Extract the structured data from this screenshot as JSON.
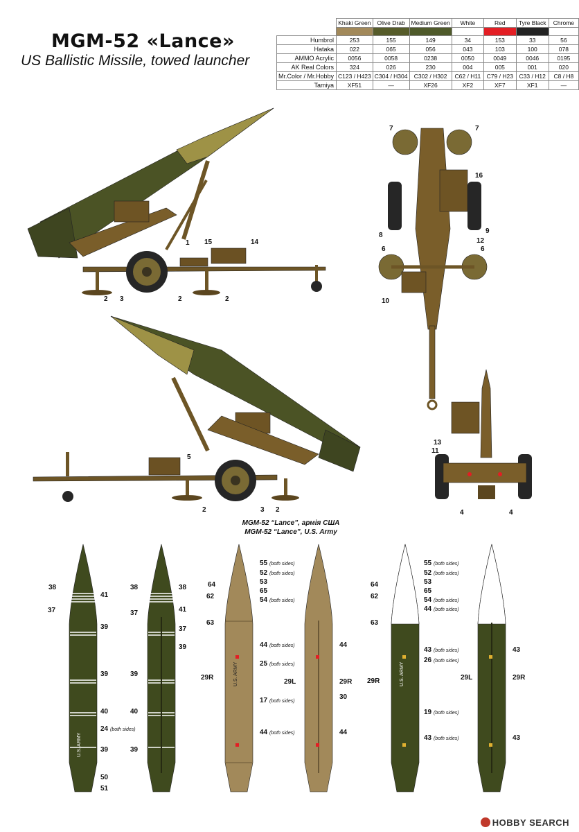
{
  "header": {
    "title": "MGM-52 «Lance»",
    "subtitle": "US Ballistic Missile, towed launcher"
  },
  "paint_table": {
    "colors": [
      {
        "name": "Khaki Green",
        "hex": "#a2895a"
      },
      {
        "name": "Olive Drab",
        "hex": "#565c2a"
      },
      {
        "name": "Medium Green",
        "hex": "#4f5a2a"
      },
      {
        "name": "White",
        "hex": "#ffffff"
      },
      {
        "name": "Red",
        "hex": "#e31e24"
      },
      {
        "name": "Tyre Black",
        "hex": "#232323"
      },
      {
        "name": "Chrome",
        "hex": "#ffffff"
      }
    ],
    "rows": [
      {
        "brand": "Humbrol",
        "values": [
          "253",
          "155",
          "149",
          "34",
          "153",
          "33",
          "56"
        ]
      },
      {
        "brand": "Hataka",
        "values": [
          "022",
          "065",
          "056",
          "043",
          "103",
          "100",
          "078"
        ]
      },
      {
        "brand": "AMMO Acrylic",
        "values": [
          "0056",
          "0058",
          "0238",
          "0050",
          "0049",
          "0046",
          "0195"
        ]
      },
      {
        "brand": "AK Real Colors",
        "values": [
          "324",
          "026",
          "230",
          "004",
          "005",
          "001",
          "020"
        ]
      },
      {
        "brand": "Mr.Color / Mr.Hobby",
        "values": [
          "C123 / H423",
          "C304 / H304",
          "C302 / H302",
          "C62 / H11",
          "C79 / H23",
          "C33 / H12",
          "C8 / H8"
        ]
      },
      {
        "brand": "Tamiya",
        "values": [
          "XF51",
          "—",
          "XF26",
          "XF2",
          "XF7",
          "XF1",
          "—"
        ]
      }
    ]
  },
  "captions": {
    "line1": "MGM-52 “Lance”, армія США",
    "line2": "MGM-52 “Lance”, U.S. Army"
  },
  "both_sides": "(both sides)",
  "stencil": {
    "us_army": "U.S. ARMY"
  },
  "footer": {
    "watermark": "HOBBY SEARCH"
  }
}
